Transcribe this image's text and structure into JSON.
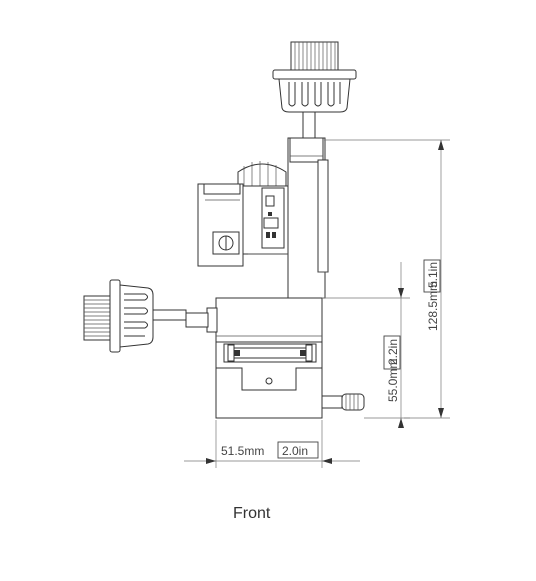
{
  "view_label": "Front",
  "dimensions": {
    "width": {
      "metric": "51.5mm",
      "imperial": "2.0in"
    },
    "lower_height": {
      "metric": "55.0mm",
      "imperial": "2.2in"
    },
    "total_height": {
      "metric": "128.5mm",
      "imperial": "5.1in"
    }
  },
  "colors": {
    "line": "#333333",
    "dimension": "#777777",
    "text": "#444444"
  }
}
